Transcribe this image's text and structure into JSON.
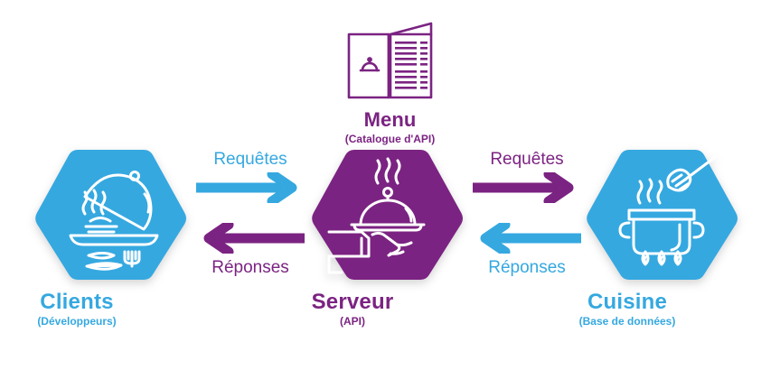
{
  "diagram": {
    "menu": {
      "icon": "open-menu-book-icon",
      "title": "Menu",
      "subtitle": "(Catalogue d'API)",
      "color": "#7b2382"
    },
    "nodes": [
      {
        "id": "clients",
        "icon": "cloche-plate-cutlery-icon",
        "title": "Clients",
        "subtitle": "(Développeurs)",
        "color": "#35a8e0"
      },
      {
        "id": "serveur",
        "icon": "waiter-hand-cloche-icon",
        "title": "Serveur",
        "subtitle": "(API)",
        "color": "#7b2382"
      },
      {
        "id": "cuisine",
        "icon": "cooking-pot-spatula-icon",
        "title": "Cuisine",
        "subtitle": "(Base de données)",
        "color": "#35a8e0"
      }
    ],
    "arrow_groups": [
      {
        "id": "clients-serveur",
        "top": {
          "label": "Requêtes",
          "direction": "right",
          "color": "#35a8e0",
          "icon": "arrow-right-icon"
        },
        "bottom": {
          "label": "Réponses",
          "direction": "left",
          "color": "#7b2382",
          "icon": "arrow-left-icon"
        }
      },
      {
        "id": "serveur-cuisine",
        "top": {
          "label": "Requêtes",
          "direction": "right",
          "color": "#7b2382",
          "icon": "arrow-right-icon"
        },
        "bottom": {
          "label": "Réponses",
          "direction": "left",
          "color": "#35a8e0",
          "icon": "arrow-left-icon"
        }
      }
    ],
    "palette": {
      "blue": "#35a8e0",
      "purple": "#7b2382",
      "background": "#ffffff",
      "icon_stroke": "#ffffff"
    }
  }
}
